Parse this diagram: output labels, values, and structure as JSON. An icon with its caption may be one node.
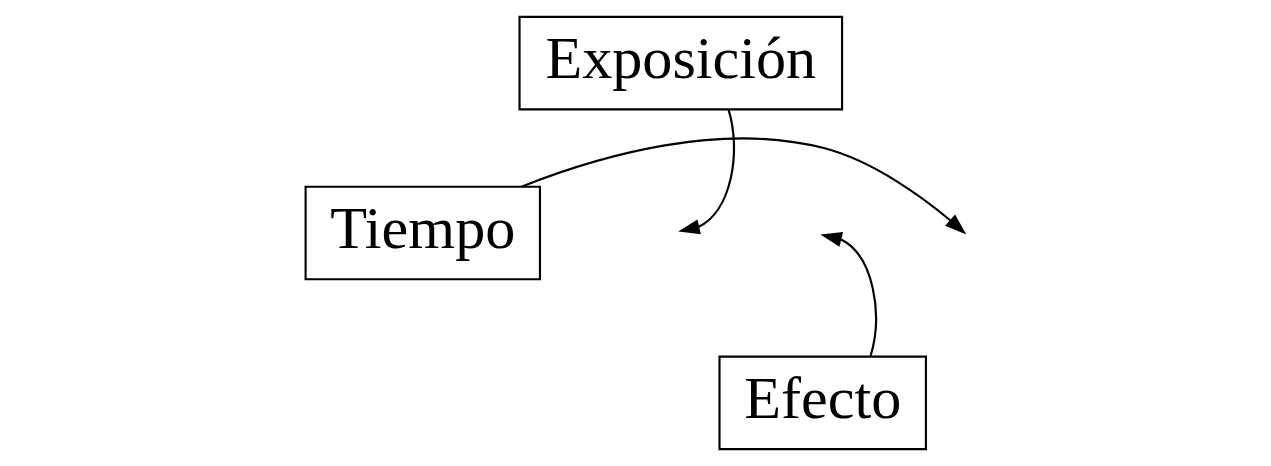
{
  "diagram": {
    "nodes": [
      {
        "text": [
          "Tiempo"
        ]
      },
      {
        "text": [
          "Exposición"
        ]
      },
      {
        "text": [
          "Efecto"
        ]
      }
    ],
    "edges": [
      {
        "from": 0,
        "to": null,
        "arrow": "to"
      },
      {
        "from": 1,
        "to": null,
        "arrow": "to"
      },
      {
        "from": 2,
        "to": null,
        "arrow": "to"
      }
    ]
  }
}
